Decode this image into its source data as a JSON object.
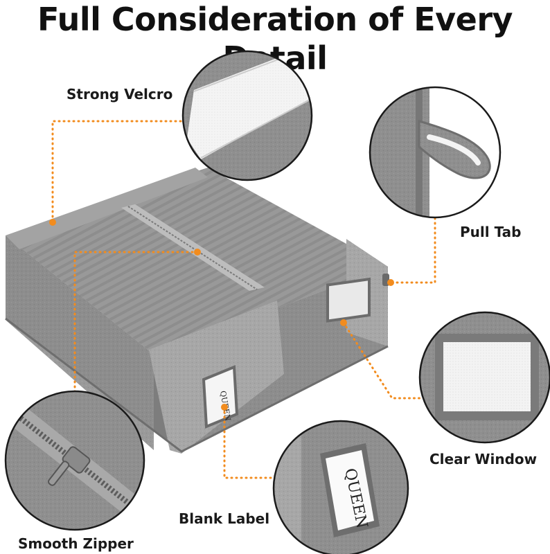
{
  "title": "Full Consideration of Every Detail",
  "callouts": {
    "velcro": "Strong Velcro",
    "pull_tab": "Pull Tab",
    "clear_window": "Clear Window",
    "blank_label": "Blank Label",
    "zipper": "Smooth Zipper"
  },
  "product": {
    "label_text": "QUEEN"
  },
  "colors": {
    "accent_orange": "#F28C1E",
    "fabric_gray": "#8E8E8E",
    "fabric_light": "#B9B9B9"
  }
}
